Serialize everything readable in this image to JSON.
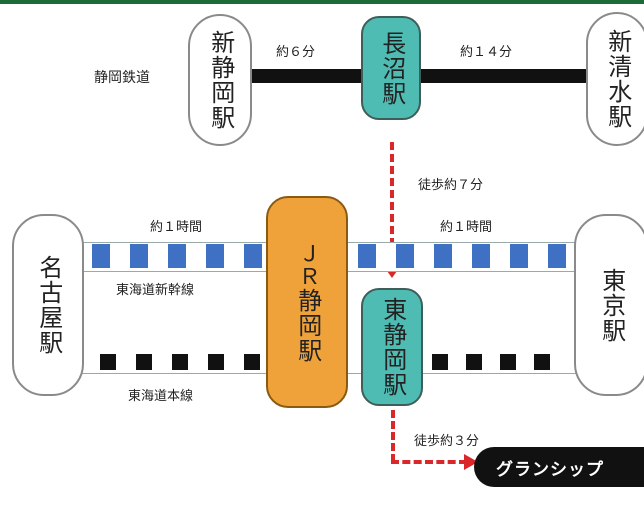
{
  "colors": {
    "top_bar": "#1e6b3a",
    "teal": "#4fbcb4",
    "orange": "#f0a23a",
    "shinkansen_blue": "#3e70c4",
    "walk_red": "#d8282a",
    "black": "#111111"
  },
  "stations": {
    "shin_shizuoka": "新静岡駅",
    "naganuma": "長沼駅",
    "shin_shimizu": "新清水駅",
    "nagoya": "名古屋駅",
    "jr_shizuoka_jr": "ＪＲ",
    "jr_shizuoka": "静岡駅",
    "higashi_shizuoka": "東静岡駅",
    "tokyo": "東京駅"
  },
  "lines": {
    "shizuoka_railway": "静岡鉄道",
    "shinkansen": "東海道新幹線",
    "honsen": "東海道本線"
  },
  "times": {
    "shin_shizuoka_naganuma": "約６分",
    "naganuma_shin_shimizu": "約１４分",
    "walk_naganuma": "徒歩約７分",
    "nagoya_shizuoka": "約１時間",
    "shizuoka_tokyo": "約１時間",
    "walk_higashi": "徒歩約３分"
  },
  "destination": "グランシップ",
  "icons": {
    "walk_arrow": "down-arrow-icon",
    "dest_arrow": "right-arrow-icon"
  }
}
